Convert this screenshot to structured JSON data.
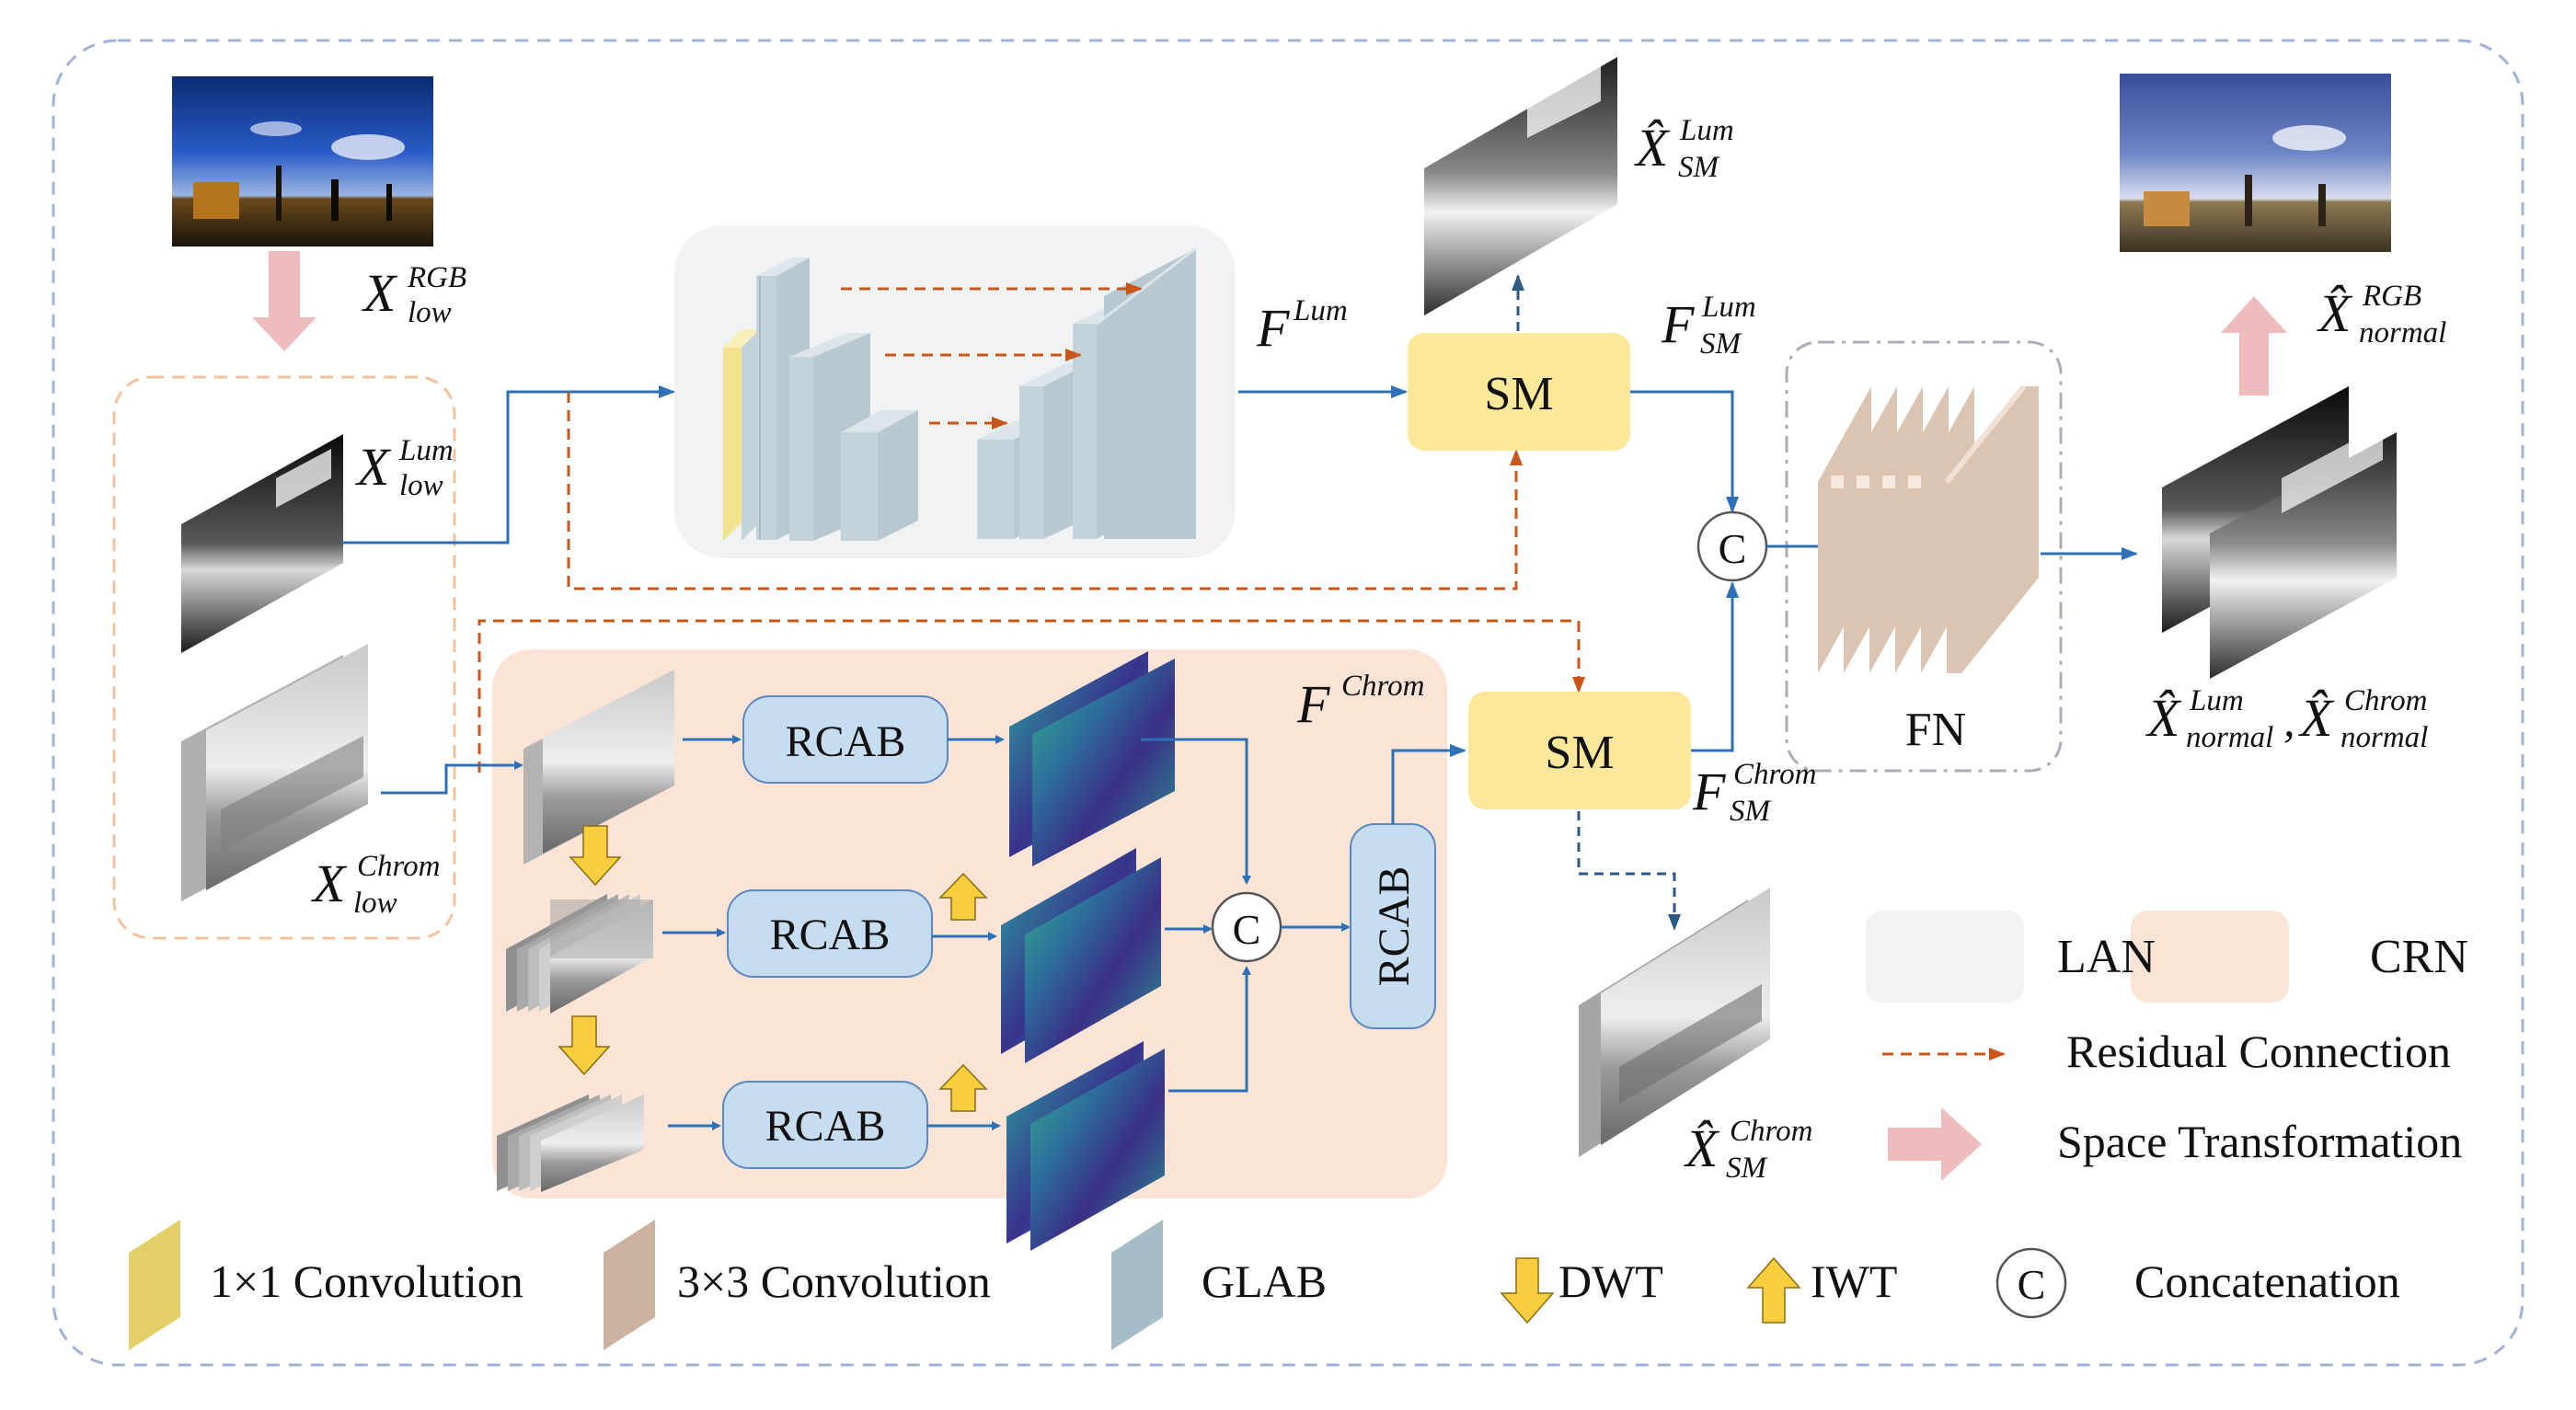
{
  "colors": {
    "outer_border": "#9fb3d9",
    "blue_arrow": "#2e6fb5",
    "residual": "#c8561b",
    "sm_fill": "#fce79a",
    "rcab_fill": "#c6dcf0",
    "rcab_stroke": "#5b88bf",
    "lan_bg": "#f1f2f3",
    "crn_bg": "#fbe4d6",
    "glab": "#b6c9d1",
    "conv1": "#f3e38f",
    "conv3": "#dcc4b2",
    "dwt_iwt": "#f8cd3e",
    "space_transform": "#eebcbc"
  },
  "labels": {
    "x_low_rgb": {
      "base": "X",
      "sup": "RGB",
      "sub": "low"
    },
    "x_low_lum": {
      "base": "X",
      "sup": "Lum",
      "sub": "low"
    },
    "x_low_chrom": {
      "base": "X",
      "sup": "Chrom",
      "sub": "low"
    },
    "f_lum": {
      "base": "F",
      "sup": "Lum"
    },
    "f_chrom": {
      "base": "F",
      "sup": "Chrom"
    },
    "f_sm_lum": {
      "base": "F",
      "sup": "Lum",
      "sub": "SM"
    },
    "f_sm_chrom": {
      "base": "F",
      "sup": "Chrom",
      "sub": "SM"
    },
    "xhat_sm_lum": {
      "base": "X̂",
      "sup": "Lum",
      "sub": "SM"
    },
    "xhat_sm_chrom": {
      "base": "X̂",
      "sup": "Chrom",
      "sub": "SM"
    },
    "xhat_normal_rgb": {
      "base": "X̂",
      "sup": "RGB",
      "sub": "normal"
    },
    "xhat_normal_lum": {
      "base": "X̂",
      "sup": "Lum",
      "sub": "normal"
    },
    "xhat_normal_chrom": {
      "base": "X̂",
      "sup": "Chrom",
      "sub": "normal"
    },
    "comma": ","
  },
  "blocks": {
    "sm": "SM",
    "rcab": "RCAB",
    "fn": "FN",
    "concat": "C"
  },
  "legend": {
    "lan": "LAN",
    "crn": "CRN",
    "residual": "Residual Connection",
    "space_transformation": "Space Transformation",
    "conv1x1": "1×1 Convolution",
    "conv3x3": "3×3 Convolution",
    "glab": "GLAB",
    "dwt": "DWT",
    "iwt": "IWT",
    "concat_symbol": "C",
    "concatenation": "Concatenation"
  }
}
